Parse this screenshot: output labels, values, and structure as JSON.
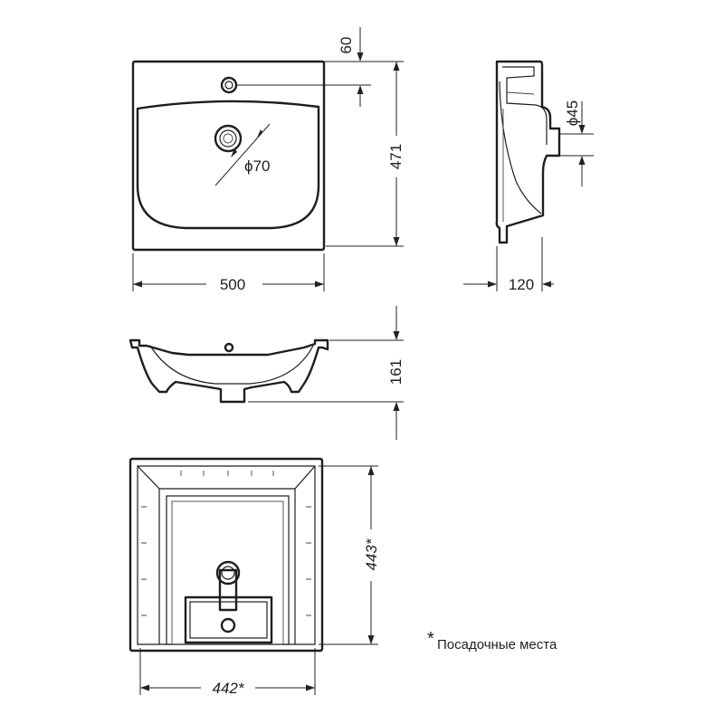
{
  "dimensions": {
    "width": "500",
    "depth": "471",
    "rear_ledge": "60",
    "drain_diameter": "ϕ70",
    "side_outlet_diameter": "ϕ45",
    "side_depth": "120",
    "height": "161",
    "mount_depth": "443*",
    "mount_width": "442*"
  },
  "note": {
    "star": "*",
    "text": "Посадочные места"
  }
}
